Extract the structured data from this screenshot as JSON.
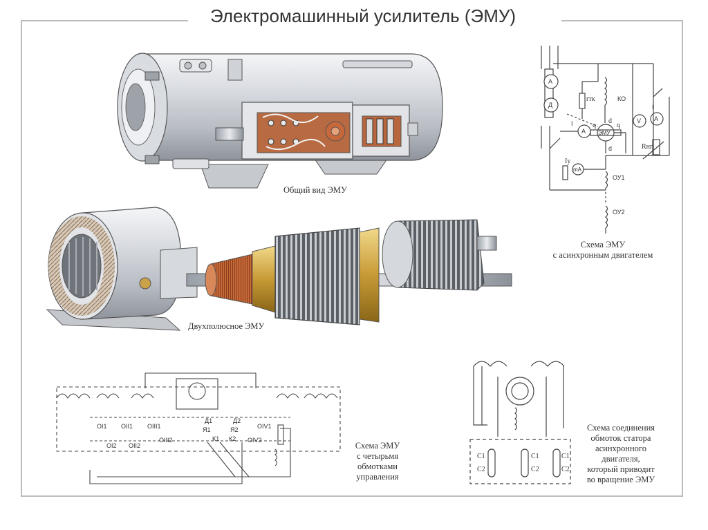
{
  "title": "Электромашинный усилитель (ЭМУ)",
  "captions": {
    "general_view": "Общий вид ЭМУ",
    "two_pole": "Двухполюсное ЭМУ",
    "async_scheme": [
      "Схема ЭМУ",
      "с асинхронным двигателем"
    ],
    "control_windings": [
      "Схема ЭМУ",
      "с четырьмя",
      "обмотками",
      "управления"
    ],
    "stator_connection": [
      "Схема соединения",
      "обмоток статора",
      "асинхронного",
      "двигателя,",
      "который приводит",
      "во вращение ЭМУ"
    ]
  },
  "async_labels": {
    "meter_a": "А",
    "meter_d": "Д",
    "r_ts": "rтк",
    "ko": "КО",
    "q_left": "q",
    "q_right": "q",
    "d_top": "d",
    "d_bottom": "d",
    "emu": "ЭМУ",
    "i_left": "I",
    "a_mid": "А",
    "i_right": "I",
    "v": "V",
    "a_right": "А",
    "r_ng": "Rнг",
    "i_y": "Iу",
    "ma": "mA",
    "oy1": "ОУ1",
    "oy2": "ОУ2"
  },
  "control_labels": {
    "ol1": "ОI1",
    "oil1": "ОII1",
    "oiii1": "ОIII1",
    "d1": "Д1",
    "d2": "Д2",
    "oiv1": "ОIV1",
    "ya1": "Я1",
    "ya2": "Я2",
    "oi2": "ОI2",
    "oii2": "ОII2",
    "oiii2": "ОIII2",
    "k1": "К1",
    "k2": "К2",
    "oiv2": "ОIV2"
  },
  "stator_labels": {
    "c1_a": "C1",
    "c2_a": "C2",
    "c1_b": "C1",
    "c2_b": "C2",
    "c1_c": "C1",
    "c2_c": "C2"
  }
}
